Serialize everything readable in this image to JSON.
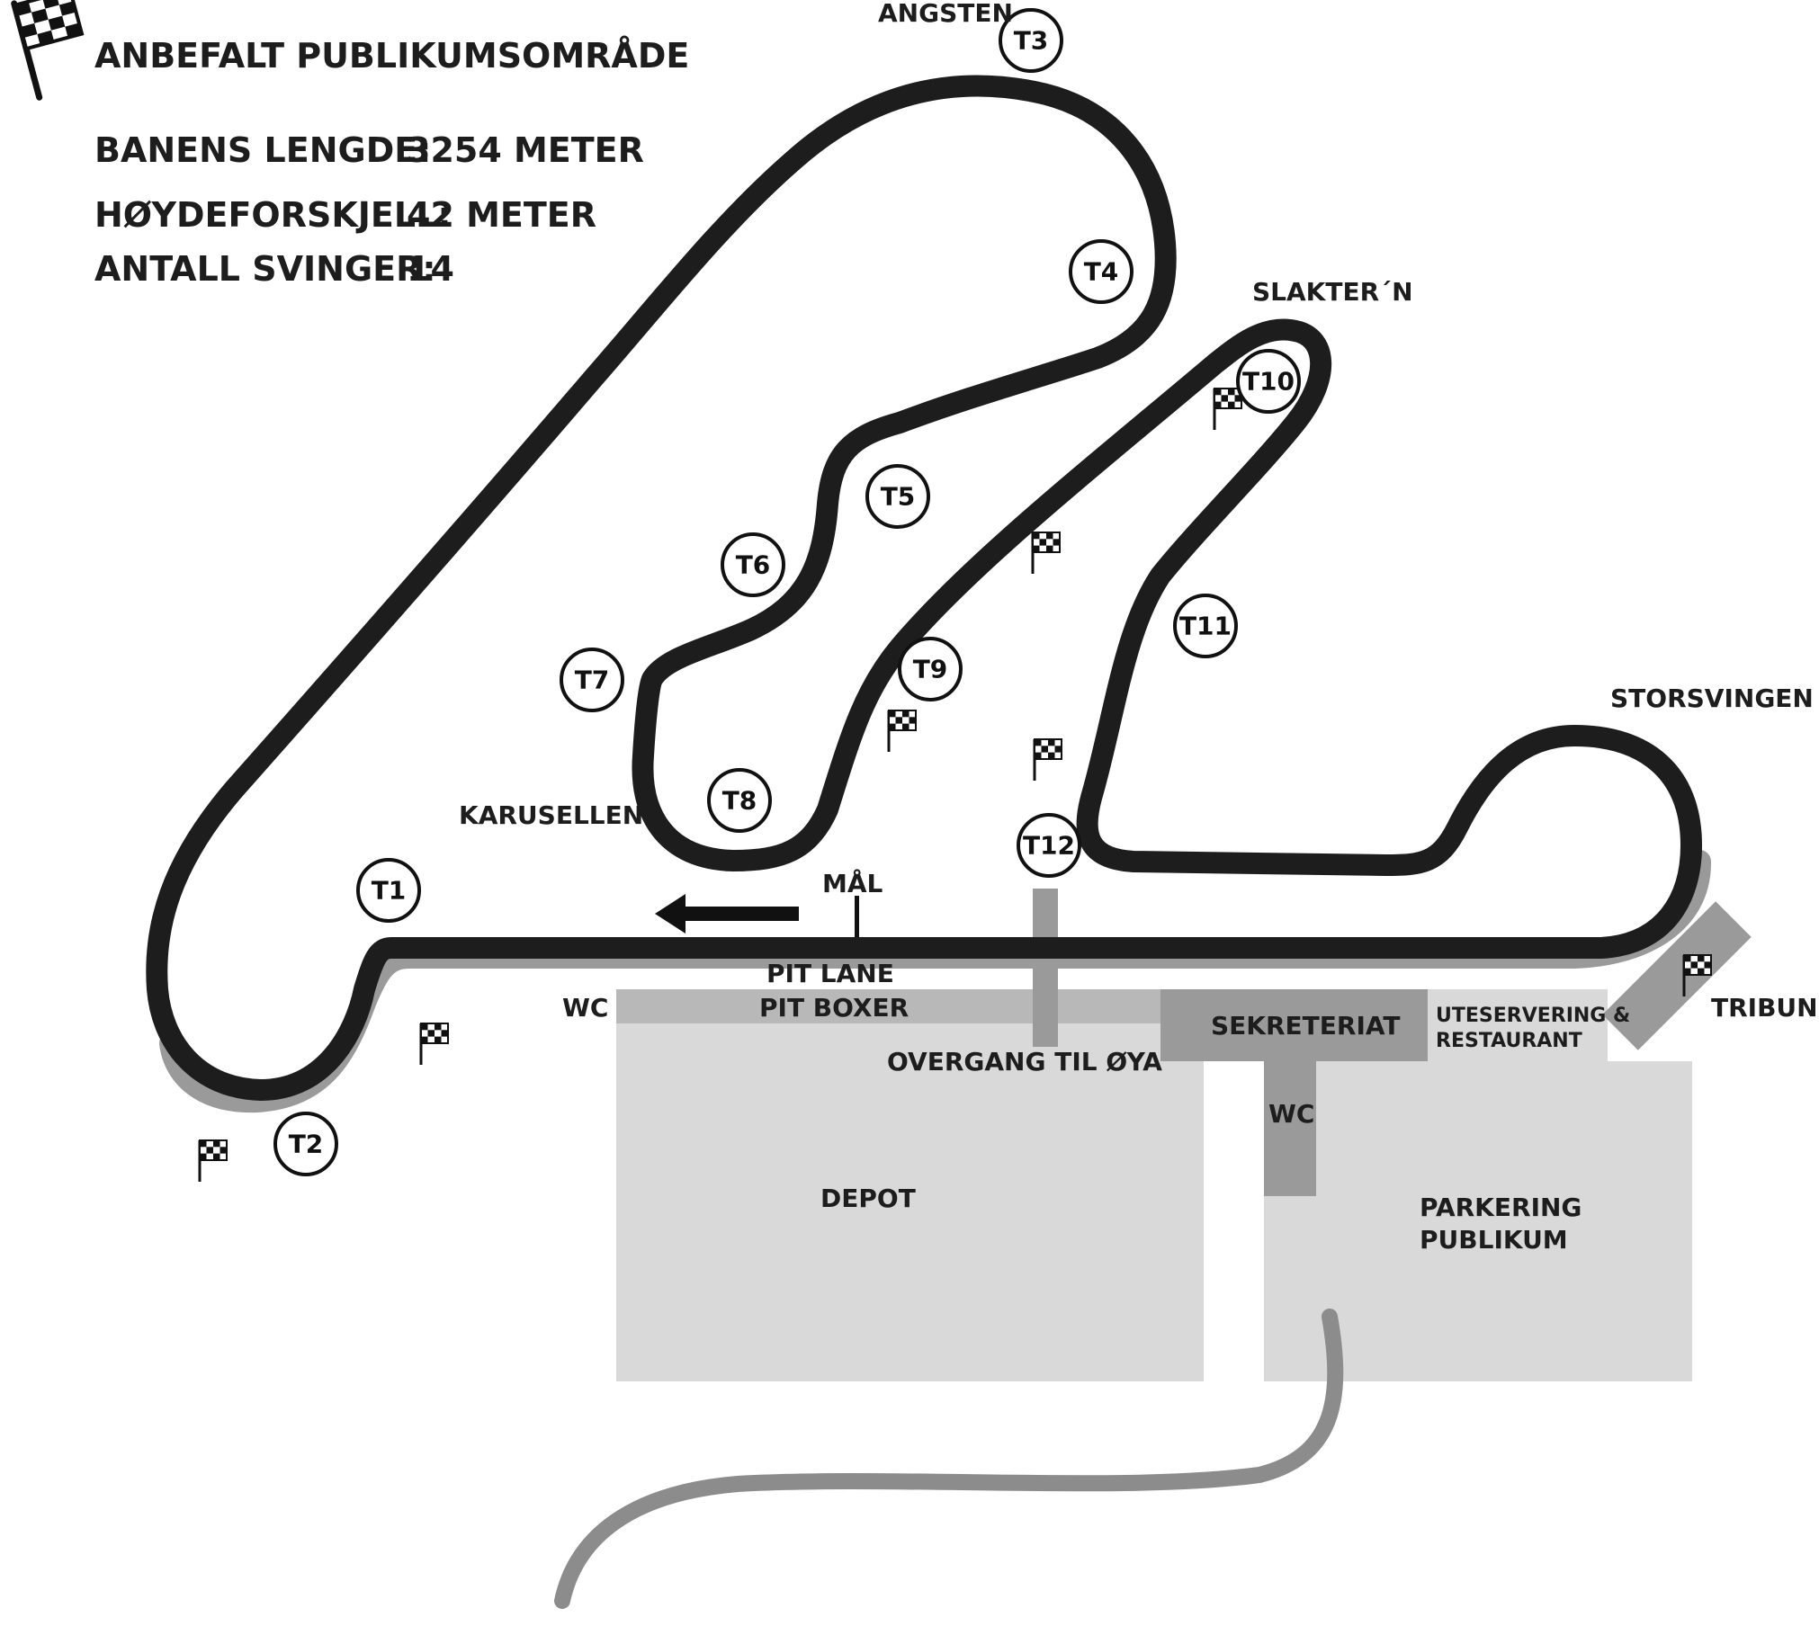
{
  "legend": {
    "spectator_area": "ANBEFALT PUBLIKUMSOMRÅDE"
  },
  "info": {
    "length_label": "BANENS LENGDE:",
    "length_value": "3254 METER",
    "elevation_label": "HØYDEFORSKJELL:",
    "elevation_value": "42 METER",
    "turns_label": "ANTALL SVINGER:",
    "turns_value": "14"
  },
  "turns": [
    "T1",
    "T2",
    "T3",
    "T4",
    "T5",
    "T6",
    "T7",
    "T8",
    "T9",
    "T10",
    "T11",
    "T12"
  ],
  "corner_names": {
    "angsten": "ANGSTEN",
    "slaktern": "SLAKTER´N",
    "storsvingen": "STORSVINGEN",
    "karusellen": "KARUSELLEN"
  },
  "facilities": {
    "finish": "MÅL",
    "pit_lane": "PIT LANE",
    "pit_boxes": "PIT BOXER",
    "wc_left": "WC",
    "wc_center": "WC",
    "secretariat": "SEKRETERIAT",
    "restaurant_line1": "UTESERVERING &",
    "restaurant_line2": "RESTAURANT",
    "grandstand": "TRIBUNE",
    "crossing": "OVERGANG TIL ØYA",
    "depot": "DEPOT",
    "parking_line1": "PARKERING",
    "parking_line2": "PUBLIKUM"
  },
  "colors": {
    "track": "#1d1d1d",
    "area_light": "#d9d9d9",
    "area_medium": "#b8b8b8",
    "area_dark": "#9a9a9a",
    "road": "#8c8c8c"
  }
}
